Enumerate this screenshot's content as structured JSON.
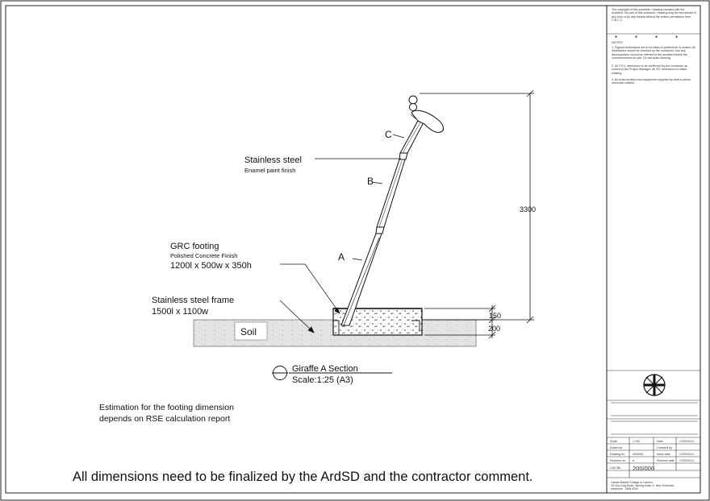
{
  "labels": {
    "stainless_steel": "Stainless steel",
    "enamel_paint": "Enamel paint finish",
    "grc_footing": "GRC footing",
    "polished_concrete": "Polished Concrete Finish",
    "footing_dims": "1200l x 500w x 350h",
    "steel_frame": "Stainless steel frame",
    "frame_dims": "1500l x 1100w",
    "soil": "Soil",
    "segment_a": "A",
    "segment_b": "B",
    "segment_c": "C",
    "dim_height": "3300",
    "dim_footing_top": "150",
    "dim_footing_bottom": "200"
  },
  "section": {
    "title": "Giraffe A Section",
    "scale": "Scale:1:25  (A3)"
  },
  "notes": {
    "estimation_line1": "Estimation for the footing dimension",
    "estimation_line2": "depends on RSE calculation report",
    "footer": "All dimensions need to be finalized by the ArdSD and the contractor comment."
  },
  "title_block": {
    "copyright": "The copyright of this schedule / drawing remains with the Architect. No part of this schedule / drawing may be reproduced in any form or by any means without the written permission from C.B.C.C.",
    "notes_heading": "NOTES",
    "note_items": [
      "1. Figured dimensions are to be taken in preference to scaled. All dimensions should be checked by the contractor, and any discrepancies should be referred to the architect before the commencement on site. Do not scale drawing.",
      "2. All 'F.S.L' dimension to be confirmed by the contractor as correct to the Project Manager. All 'EX' dimension to match existing.",
      "3. All loose furniture and equipment supplied by others unless otherwise notified."
    ],
    "rows": [
      {
        "a": "Scale",
        "b": "1:100",
        "c": "Date",
        "d": "17/02/2014"
      },
      {
        "a": "Drawn by",
        "b": "",
        "c": "Checked by",
        "d": ""
      },
      {
        "a": "Drawing no.",
        "b": "000/000",
        "c": "Issue date",
        "d": "17/02/2014"
      },
      {
        "a": "Revision no.",
        "b": "A",
        "c": "Revision date",
        "d": "17/02/2014"
      }
    ],
    "cad_file_label": "CAD file",
    "cad_file_value": "200/000",
    "footer_lines": [
      "Caritas Bianchi College of Careers",
      "18 Chui Ling Road, Tseung Kwan O, New Territories",
      "telephone : 2806 0000"
    ]
  }
}
